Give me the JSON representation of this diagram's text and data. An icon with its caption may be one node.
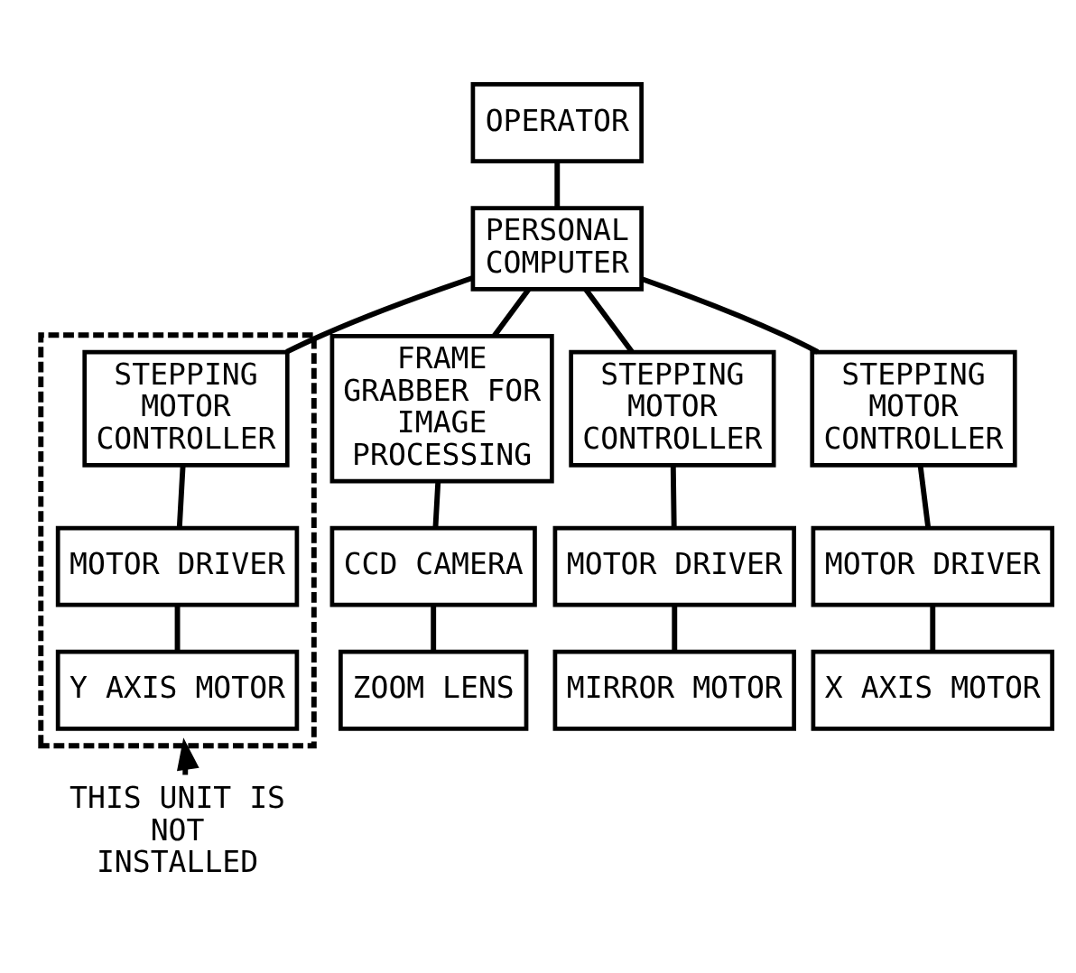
{
  "diagram": {
    "nodes": [
      {
        "text": [
          "OPERATOR"
        ]
      },
      {
        "text": [
          "PERSONAL COMPUTER"
        ]
      },
      {
        "text": [
          "FRAME GRABBER FOR IMAGE PROCESSING"
        ]
      },
      {
        "text": [
          "STEPPING MOTOR CONTROLLER"
        ]
      },
      {
        "text": [
          "STEPPING MOTOR CONTROLLER"
        ]
      },
      {
        "text": [],
        "shape": "box"
      },
      {
        "text": [
          "STEPPING MOTOR CONTROLLER"
        ],
        "in": 5
      },
      {
        "text": [
          "CCD CAMERA"
        ]
      },
      {
        "text": [
          "MOTOR DRIVER"
        ]
      },
      {
        "text": [
          "MOTOR DRIVER"
        ]
      },
      {
        "text": [
          "MOTOR DRIVER"
        ],
        "in": 5
      },
      {
        "text": [
          "ZOOM LENS"
        ]
      },
      {
        "text": [
          "MIRROR MOTOR"
        ]
      },
      {
        "text": [
          "X AXIS MOTOR"
        ]
      },
      {
        "text": [
          "Y AXIS MOTOR"
        ],
        "in": 5
      },
      {
        "text": [
          "THIS UNIT IS NOT INSTALLED"
        ]
      }
    ],
    "edges": [
      {
        "from": 0,
        "to": 1,
        "arrow": "none"
      },
      {
        "from": 1,
        "to": 2,
        "arrow": "none"
      },
      {
        "from": 1,
        "to": 3,
        "arrow": "none"
      },
      {
        "from": 1,
        "to": 4,
        "arrow": "none"
      },
      {
        "from": 1,
        "to": 6,
        "arrow": "none"
      },
      {
        "from": 2,
        "to": 7,
        "arrow": "none"
      },
      {
        "from": 3,
        "to": 8,
        "arrow": "none"
      },
      {
        "from": 4,
        "to": 9,
        "arrow": "none"
      },
      {
        "from": 6,
        "to": 10,
        "arrow": "none"
      },
      {
        "from": 7,
        "to": 11,
        "arrow": "none"
      },
      {
        "from": 8,
        "to": 12,
        "arrow": "none"
      },
      {
        "from": 9,
        "to": 13,
        "arrow": "none"
      },
      {
        "from": 10,
        "to": 14,
        "arrow": "none"
      },
      {
        "from": 15,
        "to": 5,
        "arrow": "to"
      }
    ]
  }
}
